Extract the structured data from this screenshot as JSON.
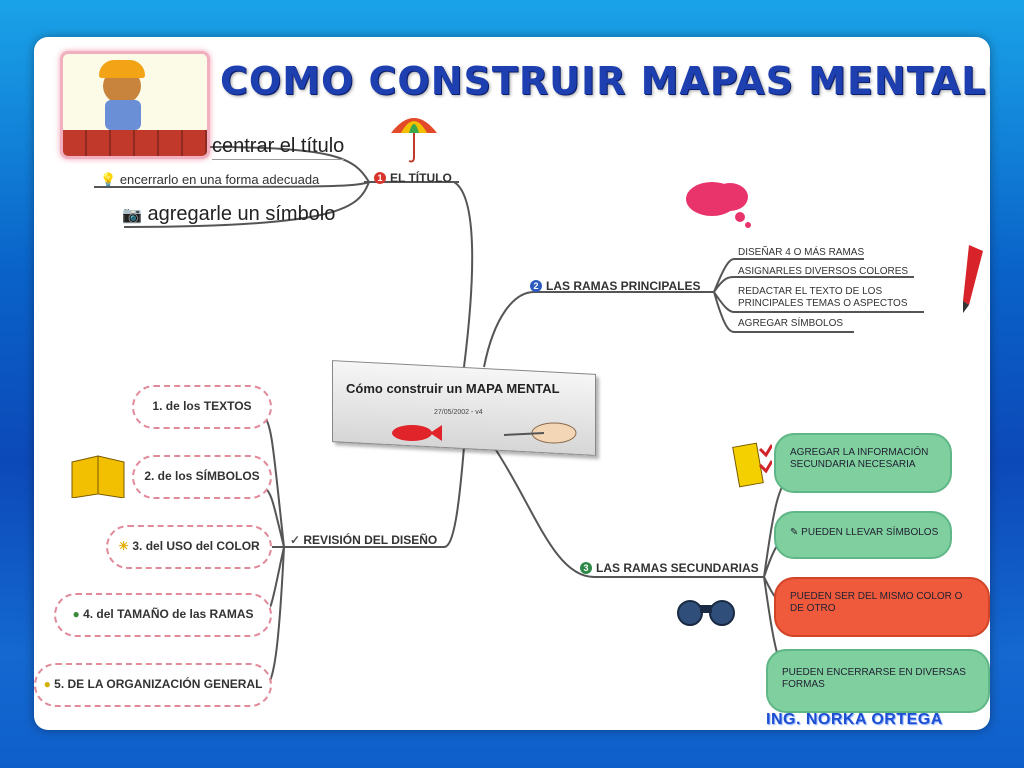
{
  "title": "COMO CONSTRUIR MAPAS MENTALES",
  "author": "ING. NORKA ORTEGA",
  "center": {
    "title": "Cómo construir un MAPA MENTAL",
    "date": "27/05/2002 - v4"
  },
  "branch_title": {
    "label": "EL TÍTULO",
    "num": "1",
    "items": [
      "centrar el título",
      "encerrarlo en una forma adecuada",
      "agregarle un símbolo"
    ]
  },
  "branch_main": {
    "label": "LAS RAMAS PRINCIPALES",
    "num": "2",
    "items": [
      "DISEÑAR 4 O MÁS RAMAS",
      "ASIGNARLES DIVERSOS COLORES",
      "REDACTAR EL TEXTO DE LOS PRINCIPALES TEMAS O ASPECTOS",
      "AGREGAR SÍMBOLOS"
    ]
  },
  "branch_secondary": {
    "label": "LAS RAMAS SECUNDARIAS",
    "num": "3",
    "items": [
      "AGREGAR LA INFORMACIÓN SECUNDARIA NECESARIA",
      "PUEDEN LLEVAR SÍMBOLOS",
      "PUEDEN SER DEL MISMO COLOR O DE OTRO",
      "PUEDEN ENCERRARSE EN DIVERSAS FORMAS"
    ]
  },
  "branch_review": {
    "label": "REVISIÓN DEL DISEÑO",
    "items": [
      "1.  de los TEXTOS",
      "2.  de los SÍMBOLOS",
      "3.  del USO del COLOR",
      "4.  del TAMAÑO de las RAMAS",
      "5.  DE LA ORGANIZACIÓN GENERAL"
    ]
  },
  "colors": {
    "title": "#1d3fb0",
    "green": "#7fcf9f",
    "red": "#f05a3c",
    "pink_border": "#e08a9a"
  }
}
